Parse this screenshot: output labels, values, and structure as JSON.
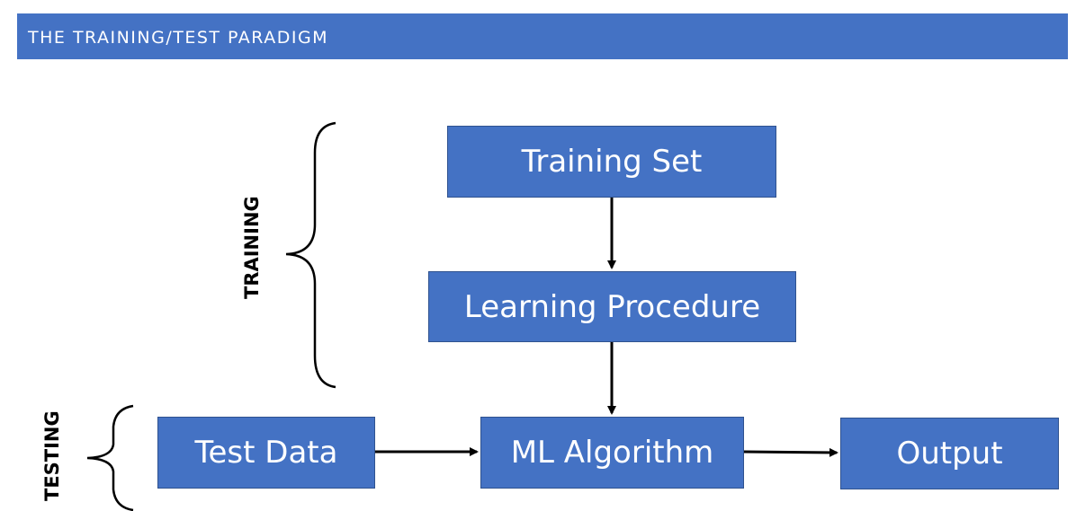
{
  "header": {
    "title": "THE TRAINING/TEST PARADIGM",
    "background": "#4472C4"
  },
  "diagram": {
    "nodes": {
      "training_set": "Training Set",
      "learning_procedure": "Learning Procedure",
      "test_data": "Test Data",
      "ml_algorithm": "ML Algorithm",
      "output": "Output"
    },
    "groups": {
      "training": "TRAINING",
      "testing": "TESTING"
    },
    "edges": [
      {
        "from": "Training Set",
        "to": "Learning Procedure"
      },
      {
        "from": "Learning Procedure",
        "to": "ML Algorithm"
      },
      {
        "from": "Test Data",
        "to": "ML Algorithm"
      },
      {
        "from": "ML Algorithm",
        "to": "Output"
      }
    ],
    "box_color": "#4472C4"
  }
}
